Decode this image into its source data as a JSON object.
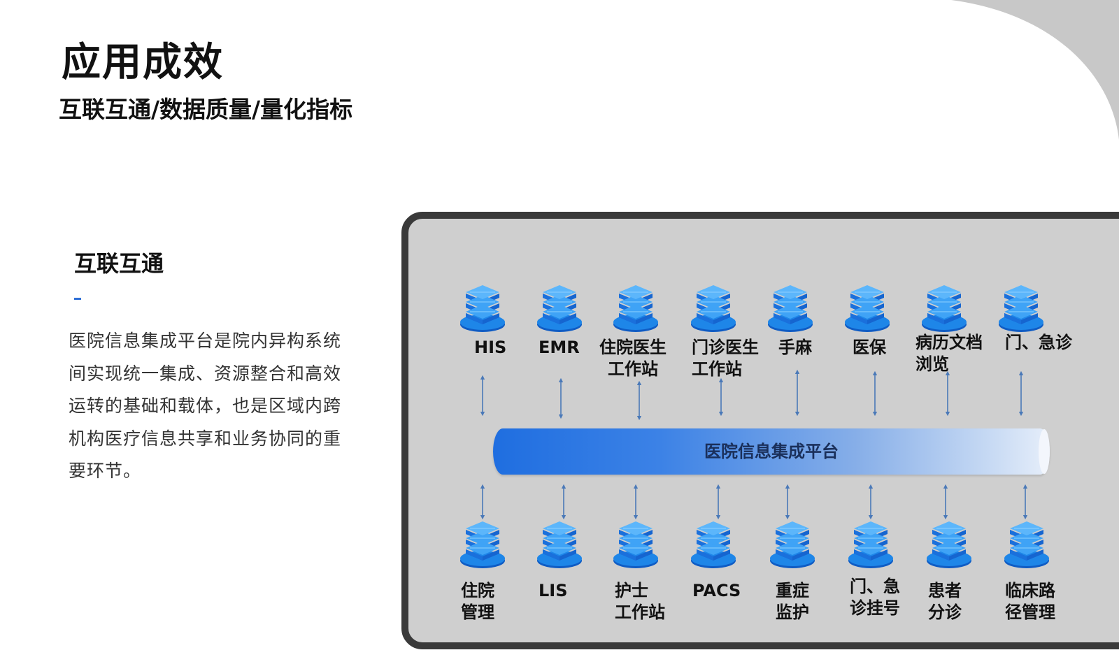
{
  "header": {
    "title": "应用成效",
    "subtitle": "互联互通/数据质量/量化指标"
  },
  "section": {
    "heading": "互联互通",
    "body": "医院信息集成平台是院内异构系统间实现统一集成、资源整合和高效运转的基础和载体，也是区域内跨机构医疗信息共享和业务协同的重要环节。"
  },
  "diagram": {
    "platform_label": "医院信息集成平台",
    "top_nodes": [
      {
        "label": "HIS"
      },
      {
        "label": "EMR"
      },
      {
        "label": "住院医生\n工作站"
      },
      {
        "label": "门诊医生\n工作站"
      },
      {
        "label": "手麻"
      },
      {
        "label": "医保"
      },
      {
        "label": "病历文档\n浏览"
      },
      {
        "label": "门、急诊"
      }
    ],
    "bottom_nodes": [
      {
        "label": "住院\n管理"
      },
      {
        "label": "LIS"
      },
      {
        "label": "护士\n工作站"
      },
      {
        "label": "PACS"
      },
      {
        "label": "重症\n监护"
      },
      {
        "label": "门、急\n诊挂号"
      },
      {
        "label": "患者\n分诊"
      },
      {
        "label": "临床路\n径管理"
      }
    ]
  },
  "colors": {
    "accent": "#2f6fd6",
    "panel_bg": "#cfcfcf",
    "panel_border": "#3a3a3a",
    "server_icon": "#1e86e8"
  }
}
